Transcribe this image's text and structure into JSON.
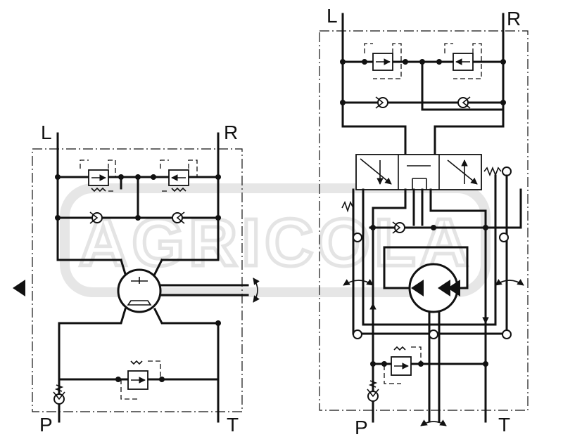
{
  "ports": {
    "left": {
      "L": "L",
      "R": "R",
      "P": "P",
      "T": "T"
    },
    "right": {
      "L": "L",
      "R": "R",
      "P": "P",
      "T": "T"
    }
  },
  "watermark": "AGRICOLA",
  "colors": {
    "line": "#111111",
    "background": "#ffffff",
    "watermark": "#e4e4e4"
  }
}
